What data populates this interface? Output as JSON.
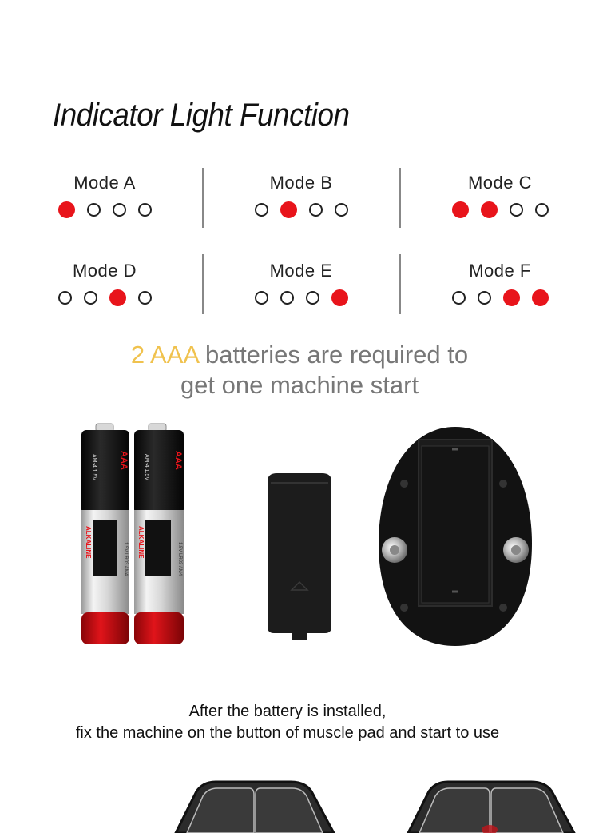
{
  "title": "Indicator Light Function",
  "modes": [
    {
      "label": "Mode A",
      "lights": [
        1,
        0,
        0,
        0
      ]
    },
    {
      "label": "Mode B",
      "lights": [
        0,
        1,
        0,
        0
      ]
    },
    {
      "label": "Mode C",
      "lights": [
        1,
        1,
        0,
        0
      ]
    },
    {
      "label": "Mode D",
      "lights": [
        0,
        0,
        1,
        0
      ]
    },
    {
      "label": "Mode E",
      "lights": [
        0,
        0,
        0,
        1
      ]
    },
    {
      "label": "Mode F",
      "lights": [
        0,
        0,
        1,
        1
      ]
    }
  ],
  "battery_note": {
    "accent": "2 AAA",
    "line1_rest": " batteries are required to",
    "line2": "get one machine start"
  },
  "caption": {
    "line1": "After the battery is installed,",
    "line2": "fix the machine on the button of muscle pad and start to use"
  },
  "battery_print": {
    "type": "AAA",
    "model": "AM-4 1.5V",
    "brand": "ALKALINE",
    "spec": "1.5V LR03 AM4"
  },
  "colors": {
    "indicator_on": "#e8141b",
    "accent_text": "#f0c24e",
    "body_text": "#777777"
  }
}
